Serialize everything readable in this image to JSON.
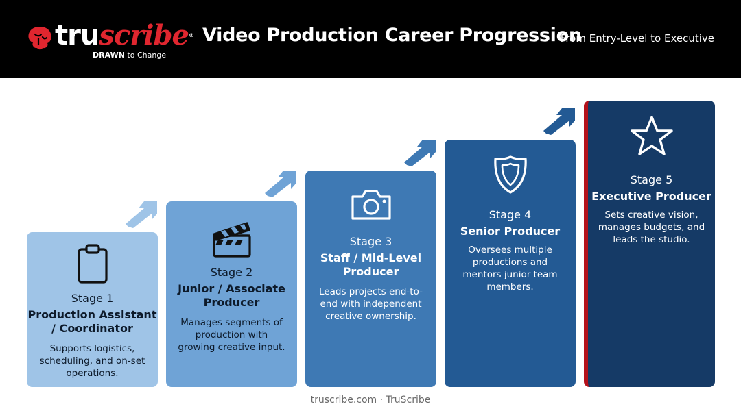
{
  "header": {
    "logo": {
      "wordmark_part1": "tru",
      "wordmark_part2": "scribe",
      "registered": "®",
      "tagline_bold": "DRAWN",
      "tagline_rest": " to Change"
    },
    "title": "Video Production Career Progression",
    "subtitle": "From Entry-Level to Executive"
  },
  "stages": [
    {
      "stage": "Stage 1",
      "role_line1": "Production Assistant",
      "role_line2": "/ Coordinator",
      "desc": "Supports logistics, scheduling, and on-set operations.",
      "icon": "clipboard-icon"
    },
    {
      "stage": "Stage 2",
      "role_line1": "Junior / Associate",
      "role_line2": "Producer",
      "desc": "Manages segments of production with growing creative input.",
      "icon": "clapperboard-icon"
    },
    {
      "stage": "Stage 3",
      "role_line1": "Staff / Mid-Level",
      "role_line2": "Producer",
      "desc": "Leads projects end-to-end with independent creative ownership.",
      "icon": "camera-icon"
    },
    {
      "stage": "Stage 4",
      "role_line1": "Senior Producer",
      "role_line2": "",
      "desc": "Oversees multiple productions and mentors junior team members.",
      "icon": "shield-icon"
    },
    {
      "stage": "Stage 5",
      "role_line1": "Executive Producer",
      "role_line2": "",
      "desc": "Sets creative vision, manages budgets, and leads the studio.",
      "icon": "star-icon"
    }
  ],
  "footer": "truscribe.com · TruScribe",
  "colors": {
    "header_bg": "#000000",
    "brand_red": "#e0262f",
    "stage1": "#9fc4e7",
    "stage2": "#6fa3d6",
    "stage3": "#3e79b4",
    "stage4": "#235a94",
    "stage5": "#153a66"
  }
}
